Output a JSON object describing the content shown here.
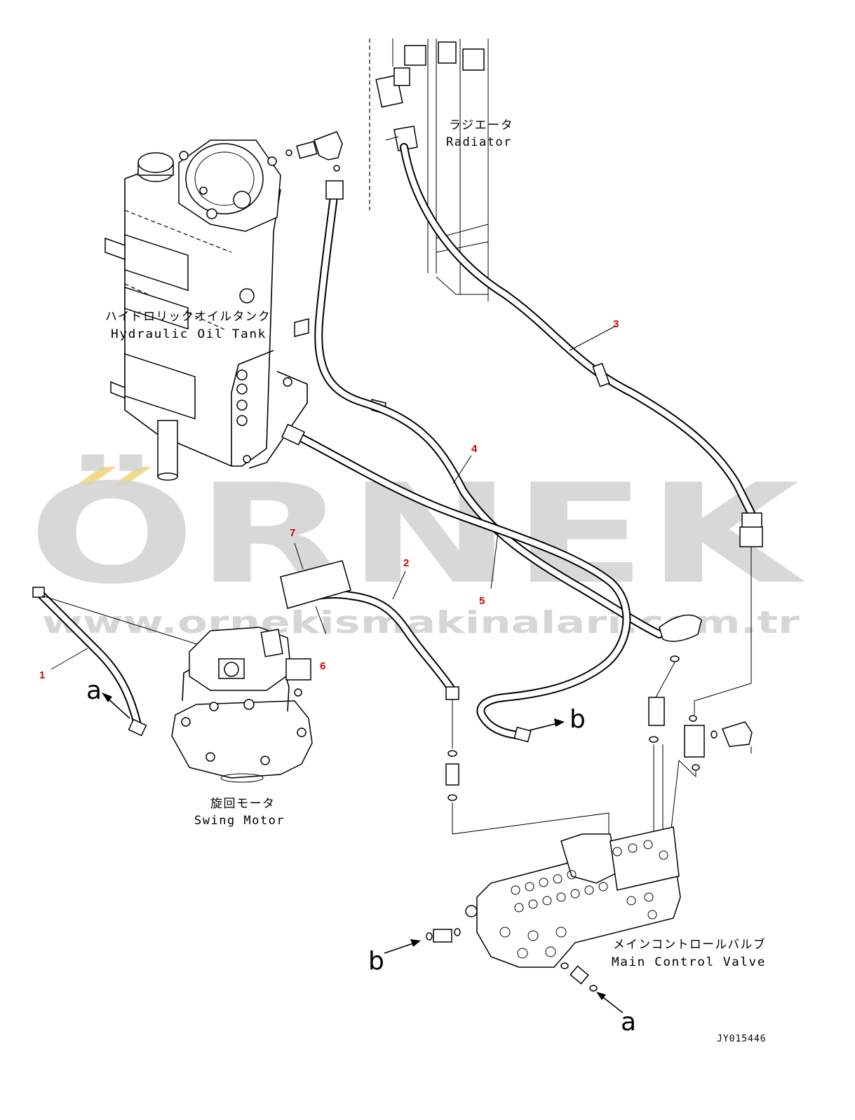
{
  "labels": {
    "tank_jp": "ハイドロリックオイルタンク",
    "tank_en": "Hydraulic Oil Tank",
    "radiator_jp": "ラジエータ",
    "radiator_en": "Radiator",
    "swing_jp": "旋回モータ",
    "swing_en": "Swing Motor",
    "mcv_jp": "メインコントロールバルブ",
    "mcv_en": "Main Control Valve"
  },
  "part_numbers": [
    "1",
    "2",
    "3",
    "4",
    "5",
    "6",
    "7"
  ],
  "refs": {
    "a": "a",
    "b": "b"
  },
  "watermark": {
    "brand": "ÖRNEK",
    "url": "www.ornekismakinalari.com.tr",
    "accent_color": "#f3d98a",
    "text_color": "#d2d2d2"
  },
  "drawing_code": "JY015446"
}
